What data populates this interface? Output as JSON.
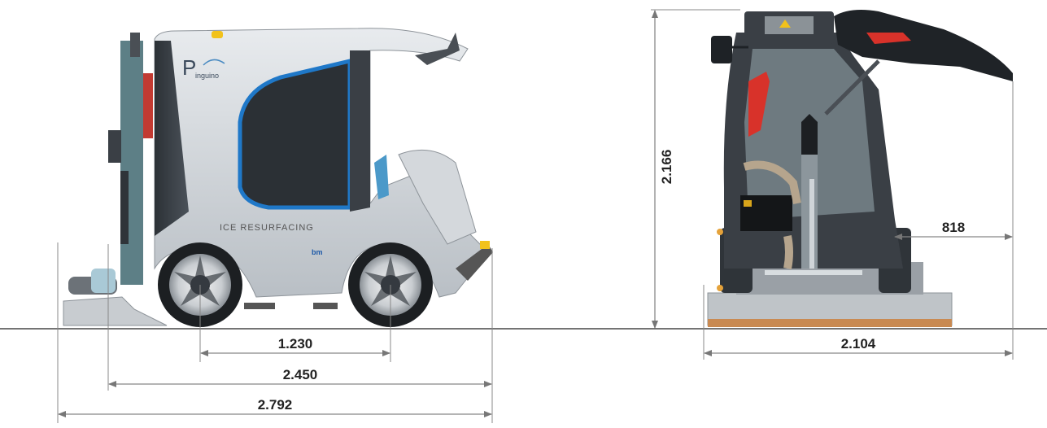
{
  "brand": {
    "logo_initial": "P",
    "logo_word": "inguino",
    "side_decal": "ICE RESURFACING",
    "badge": "bm"
  },
  "dimensions": {
    "wheelbase": "1.230",
    "length_body": "2.450",
    "length_total": "2.792",
    "height": "2.166",
    "overhang_right": "818",
    "width": "2.104"
  },
  "colors": {
    "line": "#555555",
    "accent_blue": "#1f78c8",
    "accent_red": "#d8322a",
    "body_light": "#cfd4d8",
    "body_dark": "#3a3f45",
    "blade_orange": "#c98a52"
  }
}
